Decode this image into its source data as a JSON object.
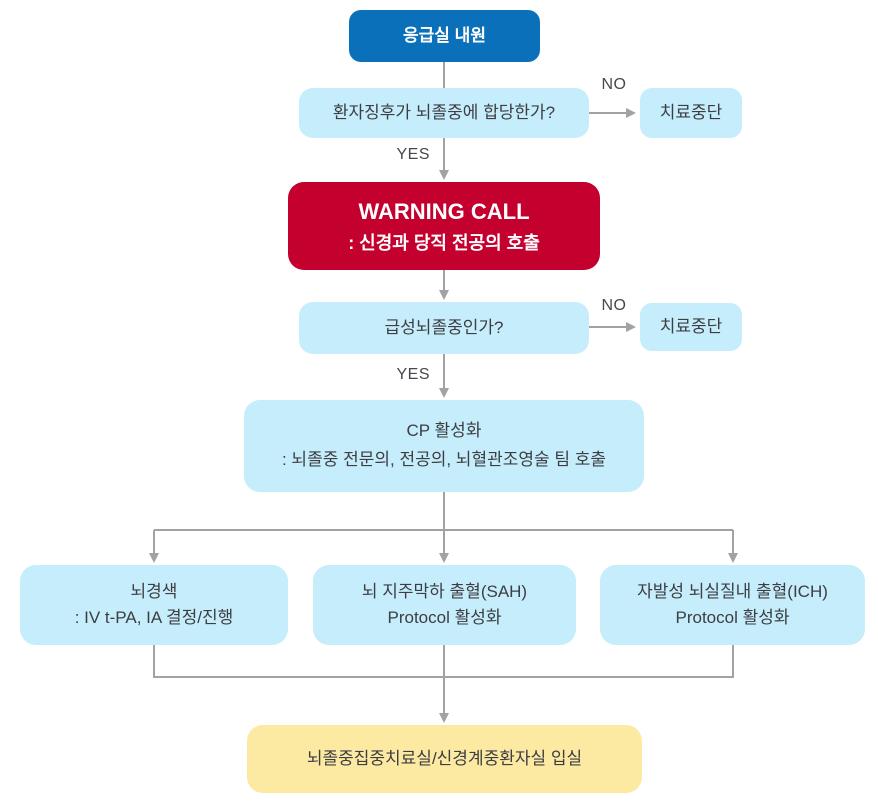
{
  "flowchart": {
    "title_context": "stroke-emergency-care-pathway",
    "nodes": {
      "start": {
        "label": "응급실 내원"
      },
      "q1": {
        "label": "환자징후가 뇌졸중에 합당한가?"
      },
      "stop1": {
        "label": "치료중단"
      },
      "warning": {
        "line1": "WARNING CALL",
        "line2": ": 신경과 당직 전공의 호출"
      },
      "q2": {
        "label": "급성뇌졸중인가?"
      },
      "stop2": {
        "label": "치료중단"
      },
      "cp": {
        "line1": "CP 활성화",
        "line2": ": 뇌졸중 전문의, 전공의, 뇌혈관조영술 팀 호출"
      },
      "infarct": {
        "line1": "뇌경색",
        "line2": ": IV t-PA, IA 결정/진행"
      },
      "sah": {
        "line1": "뇌 지주막하 출혈(SAH)",
        "line2": "Protocol 활성화"
      },
      "ich": {
        "line1": "자발성 뇌실질내 출혈(ICH)",
        "line2": "Protocol 활성화"
      },
      "admit": {
        "label": "뇌졸중집중치료실/신경계중환자실 입실"
      }
    },
    "edge_labels": {
      "no1": "NO",
      "yes1": "YES",
      "no2": "NO",
      "yes2": "YES"
    },
    "colors": {
      "primary_blue": "#0a70ba",
      "alert_red": "#c3002e",
      "light_blue": "#c5edfb",
      "yellow": "#fce9a2",
      "text_dark": "#3d3d42",
      "label_gray": "#47474d",
      "line_gray": "#a2a2a2"
    }
  }
}
